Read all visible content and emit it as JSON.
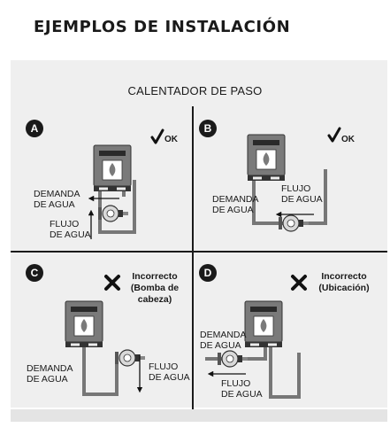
{
  "page_title": "EJEMPLOS DE INSTALACIÓN",
  "subtitle": "CALENTADOR DE PASO",
  "panels": [
    {
      "badge": "A",
      "status": "OK",
      "label_demand": [
        "DEMANDA",
        "DE AGUA"
      ],
      "label_flow": [
        "FLUJO",
        "DE AGUA"
      ]
    },
    {
      "badge": "B",
      "status": "OK",
      "label_demand": [
        "DEMANDA",
        "DE AGUA"
      ],
      "label_flow": [
        "FLUJO",
        "DE AGUA"
      ]
    },
    {
      "badge": "C",
      "status_lines": [
        "Incorrecto",
        "(Bomba de",
        "cabeza)"
      ],
      "label_demand": [
        "DEMANDA",
        "DE AGUA"
      ],
      "label_flow": [
        "FLUJO",
        "DE AGUA"
      ]
    },
    {
      "badge": "D",
      "status_lines": [
        "Incorrecto",
        "(Ubicación)"
      ],
      "label_demand": [
        "DEMANDA",
        "DE AGUA"
      ],
      "label_flow": [
        "FLUJO",
        "DE AGUA"
      ]
    }
  ],
  "icons": {
    "correct": "check-icon",
    "incorrect": "cross-icon",
    "heater": "flame-icon"
  },
  "colors": {
    "background_panel": "#efefef",
    "ink": "#1a1a1a",
    "heater_body": "#7a7a7a"
  }
}
